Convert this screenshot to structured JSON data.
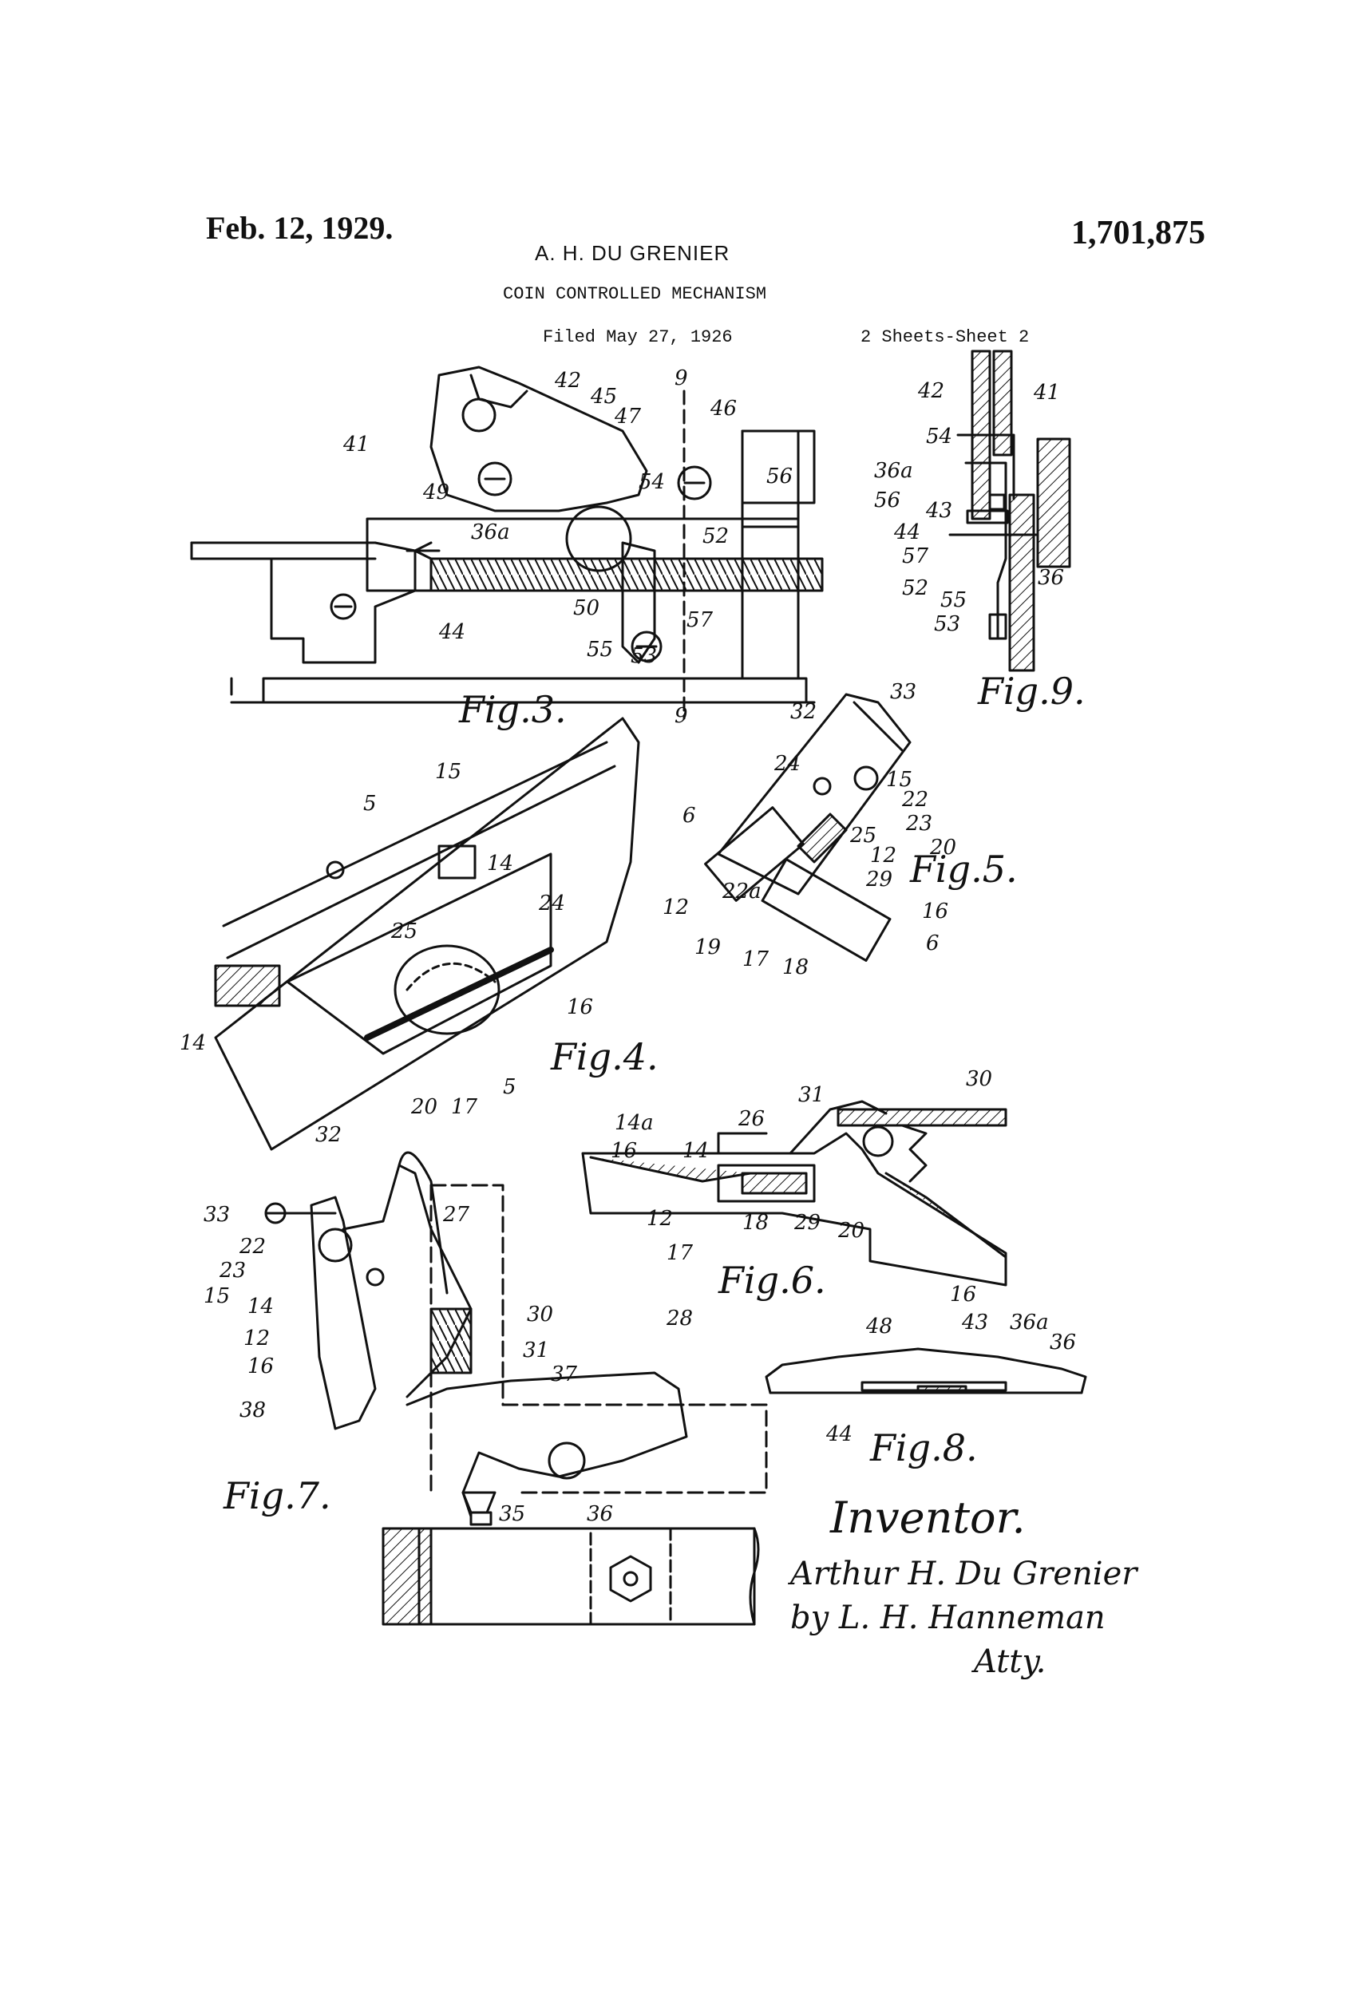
{
  "header": {
    "date": "Feb. 12, 1929.",
    "patent_number": "1,701,875",
    "inventor_name": "A. H. DU GRENIER",
    "title": "COIN CONTROLLED MECHANISM",
    "filed": "Filed May 27, 1926",
    "sheets": "2 Sheets-Sheet 2"
  },
  "figures": {
    "fig3": {
      "caption": "Fig.3.",
      "labels": [
        "41",
        "42",
        "45",
        "47",
        "9",
        "46",
        "49",
        "36a",
        "54",
        "56",
        "52",
        "44",
        "50",
        "55",
        "53",
        "57",
        "9"
      ]
    },
    "fig9": {
      "caption": "Fig.9.",
      "labels": [
        "42",
        "41",
        "54",
        "36a",
        "56",
        "43",
        "44",
        "57",
        "52",
        "55",
        "53",
        "36"
      ]
    },
    "fig4": {
      "caption": "Fig.4.",
      "labels": [
        "5",
        "15",
        "14",
        "24",
        "25",
        "12",
        "14",
        "16",
        "20",
        "17",
        "5"
      ]
    },
    "fig5": {
      "caption": "Fig.5.",
      "labels": [
        "32",
        "33",
        "24",
        "15",
        "22",
        "6",
        "25",
        "23",
        "12",
        "20",
        "22a",
        "29",
        "16",
        "19",
        "17",
        "18",
        "6"
      ]
    },
    "fig6": {
      "caption": "Fig.6.",
      "labels": [
        "31",
        "30",
        "14a",
        "26",
        "16",
        "14",
        "12",
        "17",
        "18",
        "29",
        "20",
        "28",
        "16"
      ]
    },
    "fig7": {
      "caption": "Fig.7.",
      "labels": [
        "32",
        "33",
        "27",
        "22",
        "23",
        "15",
        "14",
        "30",
        "12",
        "31",
        "16",
        "37",
        "38",
        "35",
        "36"
      ]
    },
    "fig8": {
      "caption": "Fig.8.",
      "labels": [
        "48",
        "43",
        "36a",
        "36",
        "44"
      ]
    }
  },
  "signature": {
    "inventor_label": "Inventor.",
    "inventor_signature": "Arthur H. Du Grenier",
    "attorney_line": "by L. H. Hanneman",
    "attorney_abbr": "Atty."
  }
}
